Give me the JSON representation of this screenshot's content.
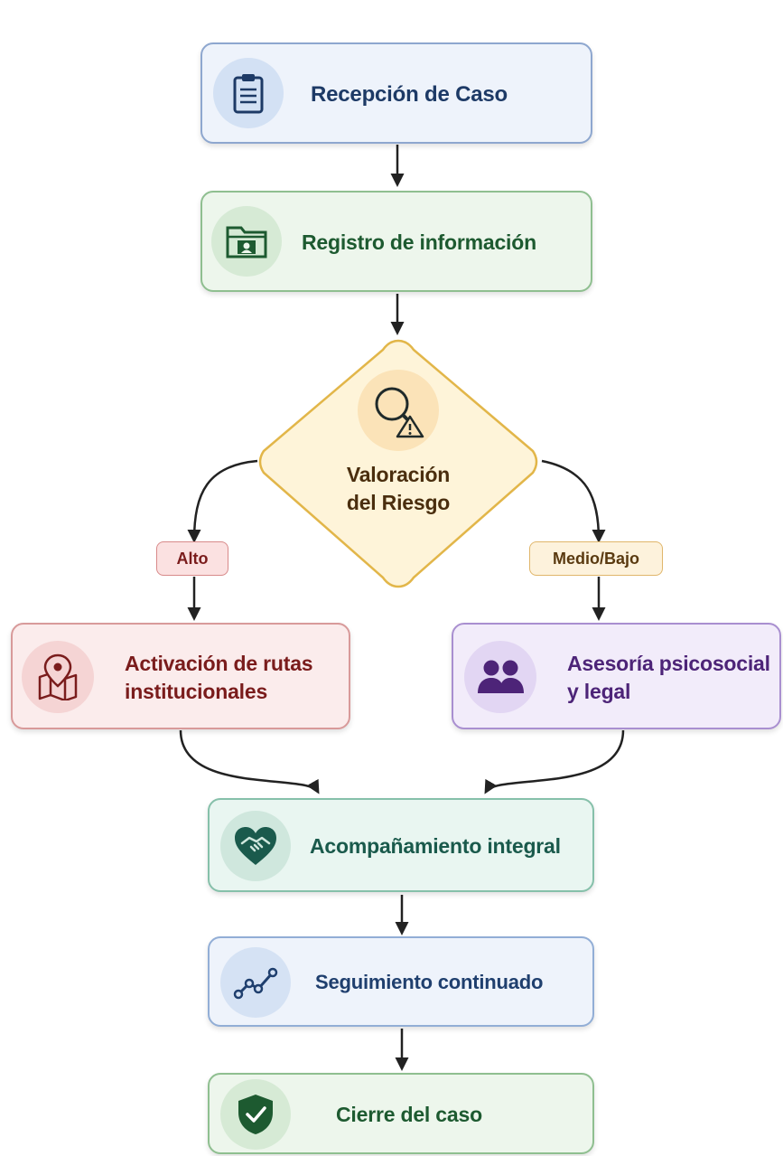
{
  "diagram": {
    "steps": {
      "reception": "Recepción de Caso",
      "registry": "Registro de información",
      "risk_line1": "Valoración",
      "risk_line2": "del Riesgo",
      "activation_line1": "Activación de rutas",
      "activation_line2": "institucionales",
      "advice_line1": "Asesoría psicosocial",
      "advice_line2": "y legal",
      "accompaniment": "Acompañamiento integral",
      "followup": "Seguimiento continuado",
      "closure": "Cierre del caso"
    },
    "branches": {
      "high": "Alto",
      "medium_low": "Medio/Bajo"
    },
    "icons": {
      "reception": "clipboard-icon",
      "registry": "folder-user-icon",
      "risk": "magnifier-warning-icon",
      "activation": "map-pin-icon",
      "advice": "people-icon",
      "accompaniment": "heart-handshake-icon",
      "followup": "trend-line-icon",
      "closure": "shield-check-icon"
    },
    "colors": {
      "blue": "#1d3a66",
      "green": "#1d5a30",
      "orange": "#e2b649",
      "red": "#7a1c1c",
      "purple": "#4d2478",
      "teal": "#1a5a4c",
      "navy": "#1f3f6e"
    }
  }
}
